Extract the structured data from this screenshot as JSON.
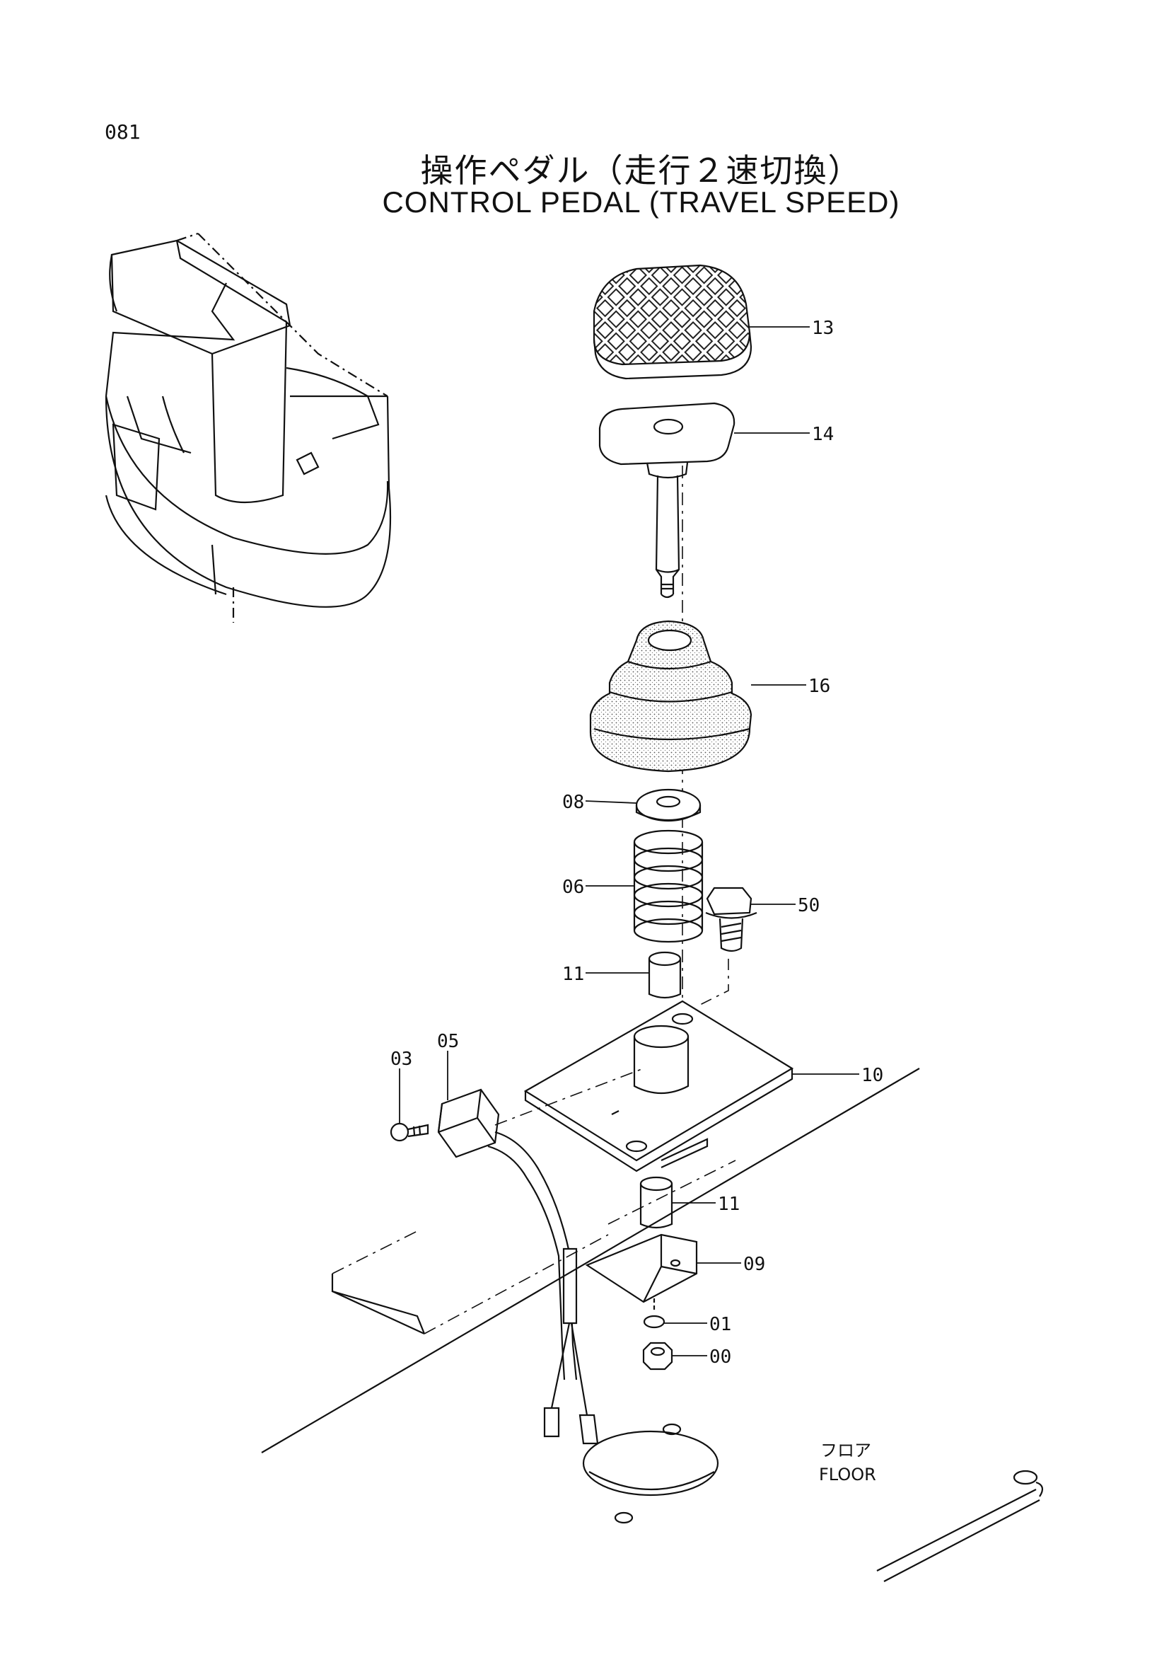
{
  "page": {
    "number": "081"
  },
  "title": {
    "japanese": "操作ペダル（走行２速切換）",
    "english": "CONTROL  PEDAL  (TRAVEL  SPEED)"
  },
  "parts": {
    "p00": "00",
    "p01": "01",
    "p03": "03",
    "p05": "05",
    "p06": "06",
    "p08": "08",
    "p09": "09",
    "p10": "10",
    "p11a": "11",
    "p11b": "11",
    "p13": "13",
    "p14": "14",
    "p16": "16",
    "p50": "50"
  },
  "floor": {
    "japanese": "フロア",
    "english": "FLOOR"
  }
}
